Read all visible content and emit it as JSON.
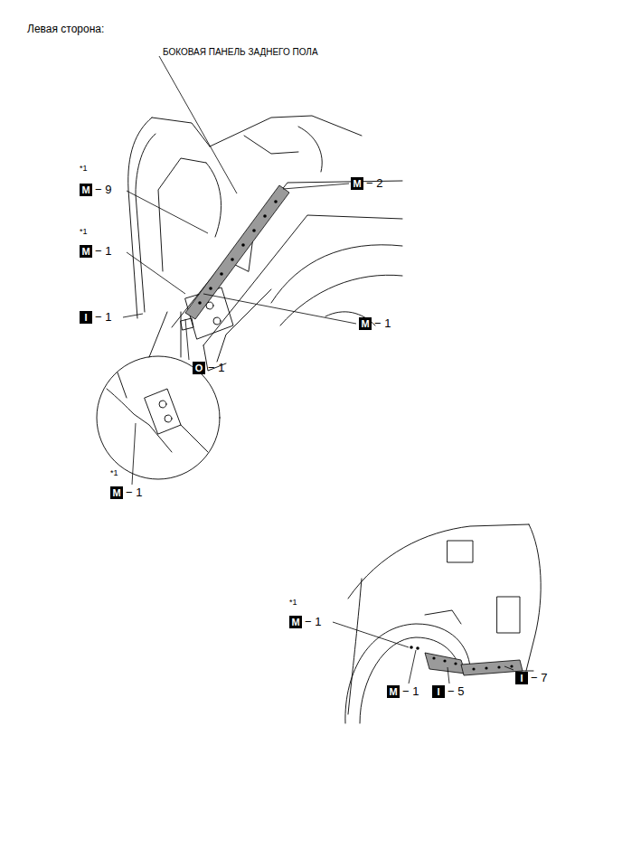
{
  "diagram": {
    "title": "Левая сторона:",
    "labels": [
      "БОКОВАЯ ПАНЕЛЬ ЗАДНЕГО ПОЛА",
      "*1",
      "M",
      "− 9",
      "M",
      "− 2",
      "*1",
      "M",
      "− 1",
      "I",
      "− 1",
      "M",
      "− 1",
      "O",
      "− 1",
      "*1",
      "M",
      "− 1",
      "*1",
      "M",
      "− 1",
      "M",
      "− 1",
      "I",
      "− 5",
      "I",
      "− 7"
    ]
  }
}
